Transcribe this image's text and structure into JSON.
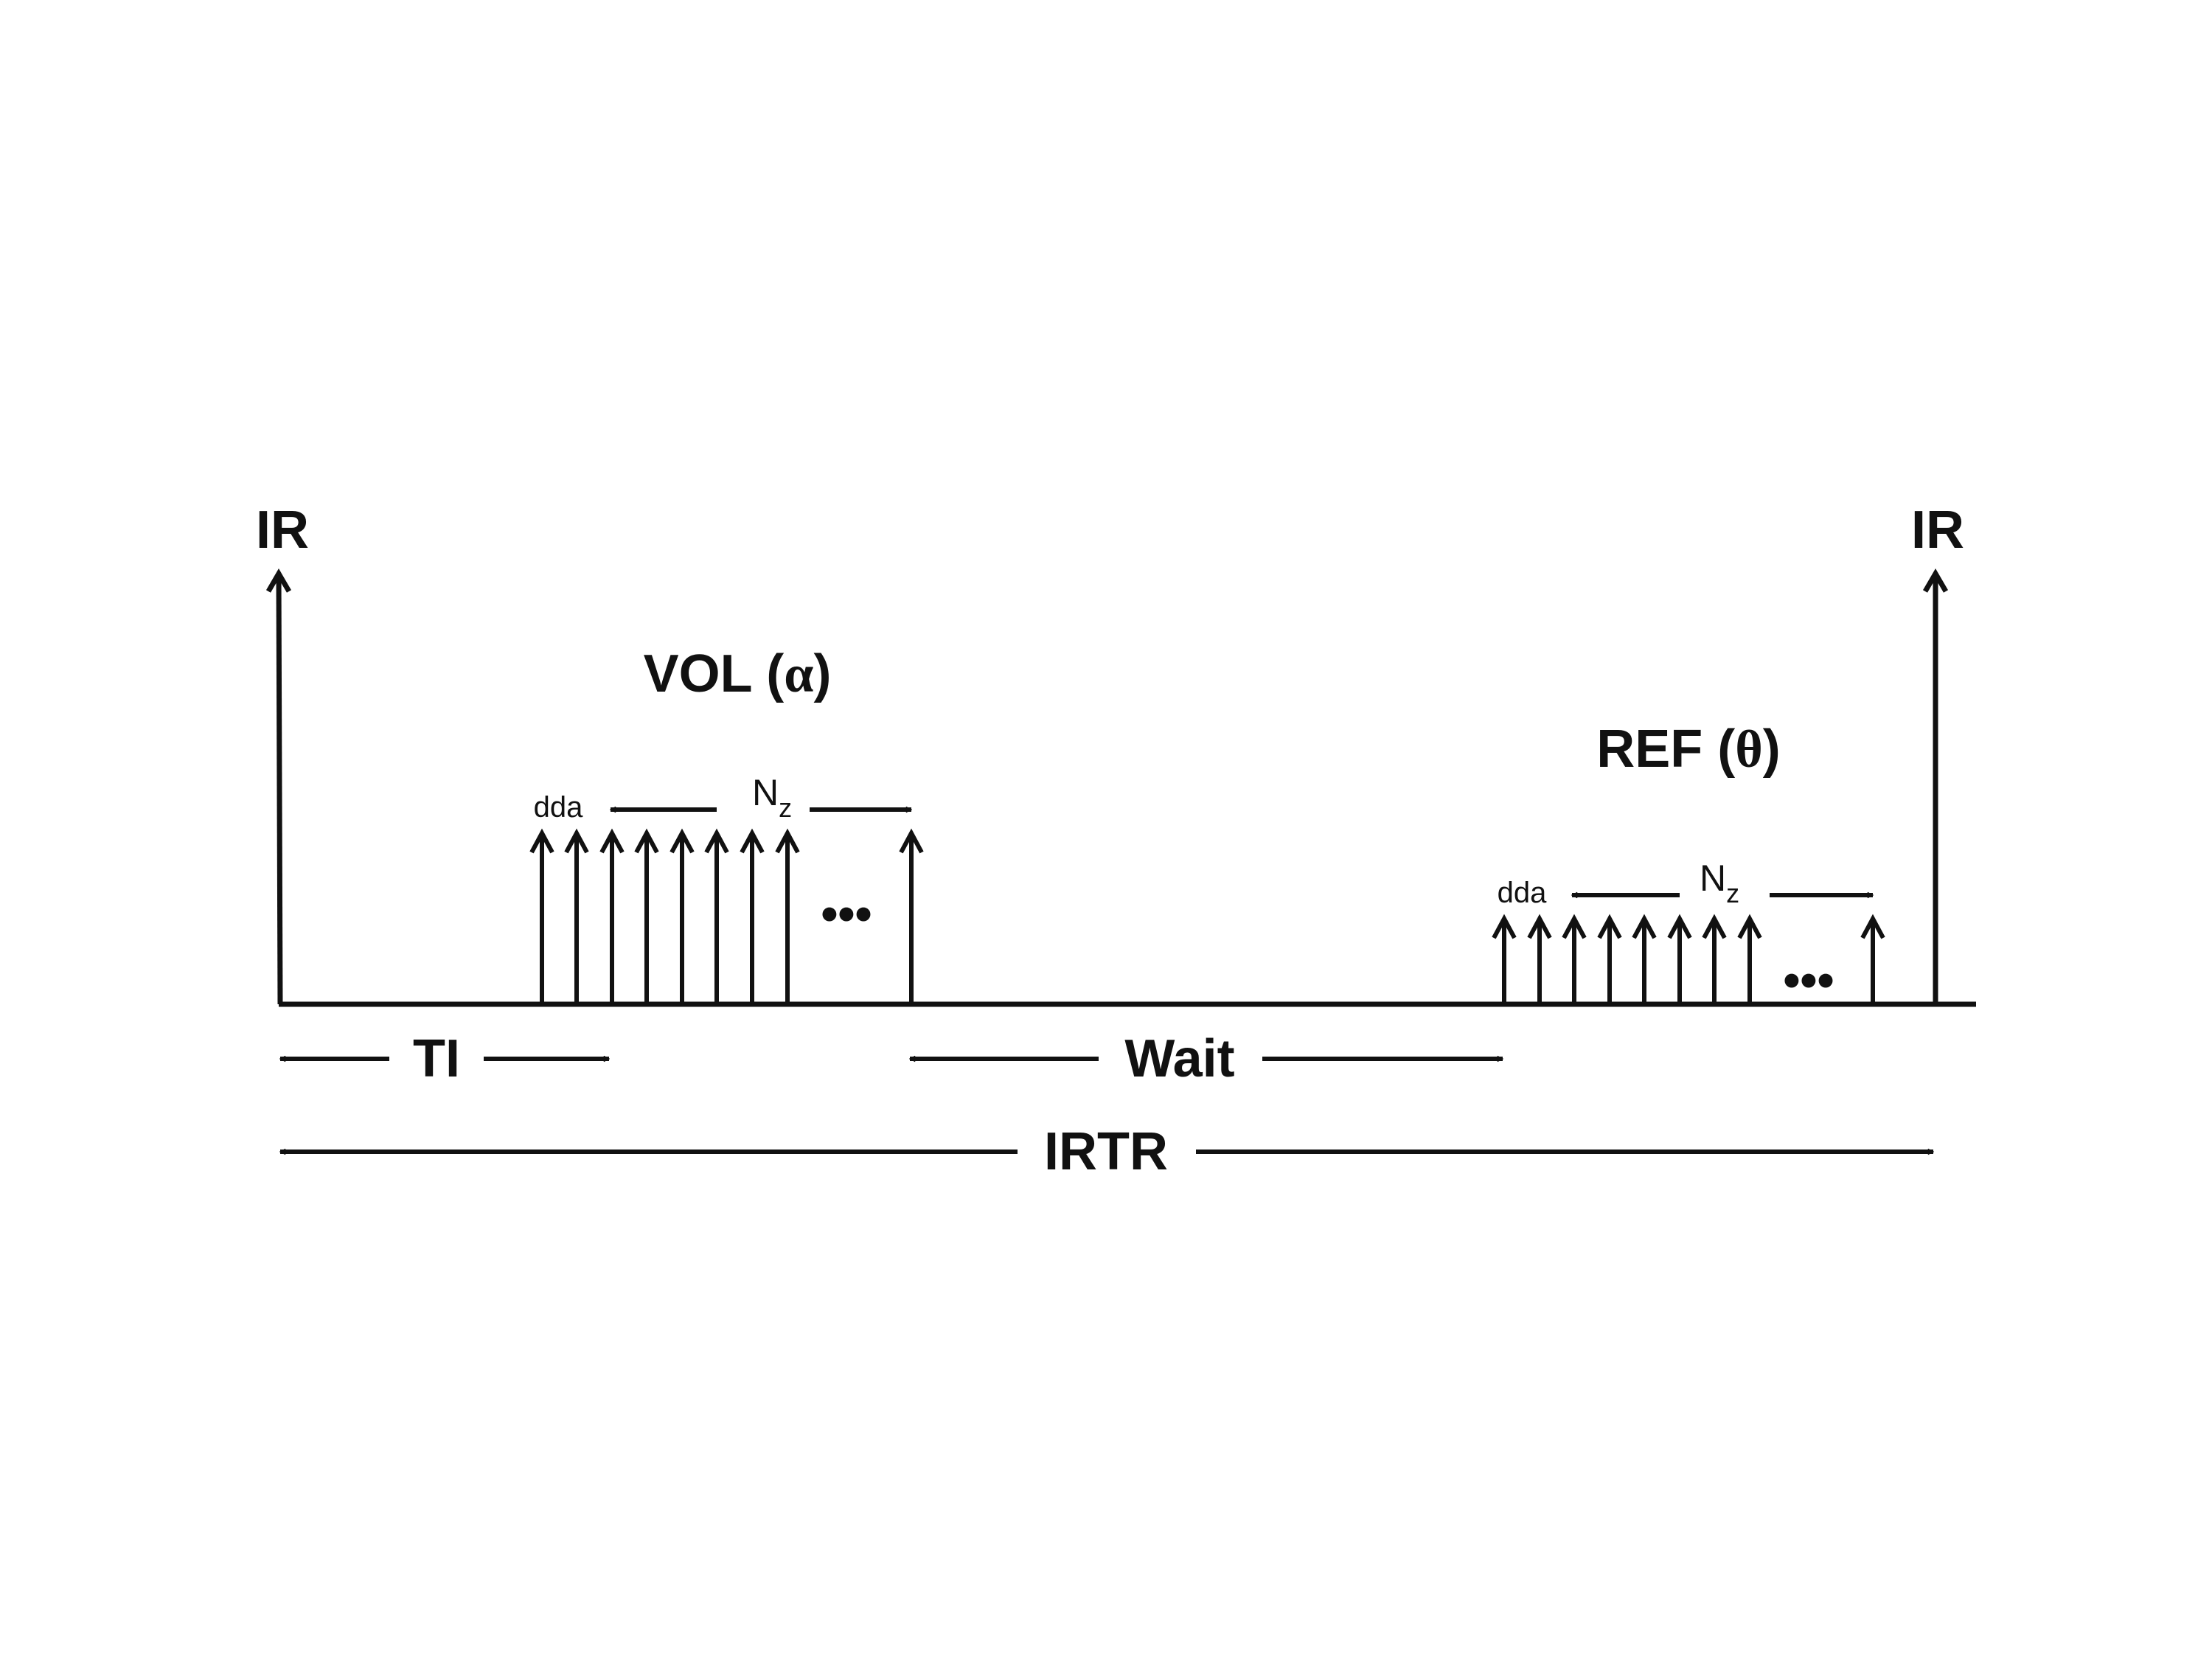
{
  "labels": {
    "ir_left": "IR",
    "ir_right": "IR",
    "vol": "VOL (",
    "vol_greek": "α",
    "vol_close": ")",
    "ref": "REF (",
    "ref_greek": "θ",
    "ref_close": ")",
    "dda_vol": "dda",
    "dda_ref": "dda",
    "nz_vol": "N",
    "nz_vol_sub": "z",
    "nz_ref": "N",
    "nz_ref_sub": "z",
    "ellipsis_vol": "•••",
    "ellipsis_ref": "•••",
    "ti": "TI",
    "wait": "Wait",
    "irtr": "IRTR"
  },
  "colors": {
    "ink": "#111111",
    "background": "#ffffff"
  }
}
